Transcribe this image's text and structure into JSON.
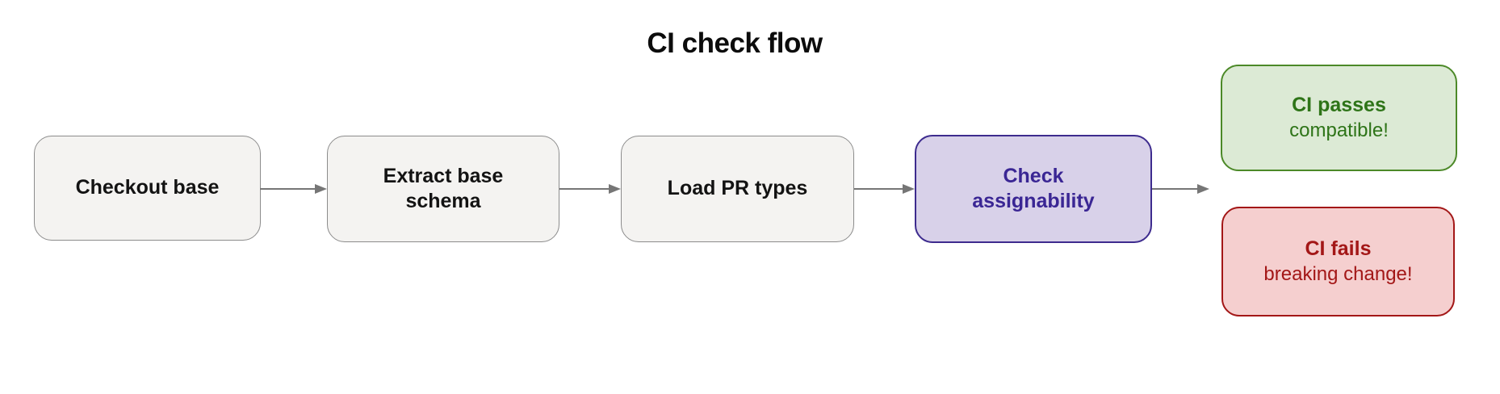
{
  "diagram": {
    "title": "CI check flow",
    "type": "flowchart",
    "nodes": [
      {
        "id": "checkout-base",
        "label": "Checkout base",
        "kind": "step"
      },
      {
        "id": "extract-base-schema",
        "label": "Extract base schema",
        "kind": "step"
      },
      {
        "id": "load-pr-types",
        "label": "Load PR types",
        "kind": "step"
      },
      {
        "id": "check-assignability",
        "label": "Check assignability",
        "kind": "highlighted-step"
      },
      {
        "id": "ci-passes",
        "label": "CI passes",
        "sublabel": "compatible!",
        "kind": "success-outcome"
      },
      {
        "id": "ci-fails",
        "label": "CI fails",
        "sublabel": "breaking change!",
        "kind": "failure-outcome"
      }
    ],
    "edges": [
      {
        "from": "checkout-base",
        "to": "extract-base-schema"
      },
      {
        "from": "extract-base-schema",
        "to": "load-pr-types"
      },
      {
        "from": "load-pr-types",
        "to": "check-assignability"
      },
      {
        "from": "check-assignability",
        "to": [
          "ci-passes",
          "ci-fails"
        ]
      }
    ]
  },
  "colors": {
    "background": "#ffffff",
    "title_text": "#0c0c0c",
    "arrow": "#767676",
    "step_fill": "#f4f3f1",
    "step_border": "#8c8c8c",
    "step_text": "#131313",
    "active_fill": "#d8d1e9",
    "active_border": "#3d2b8e",
    "active_text": "#3a2694",
    "pass_fill": "#dcead5",
    "pass_border": "#4c8928",
    "pass_text": "#2e7418",
    "fail_fill": "#f5cfcf",
    "fail_border": "#a31717",
    "fail_text": "#a31717"
  }
}
